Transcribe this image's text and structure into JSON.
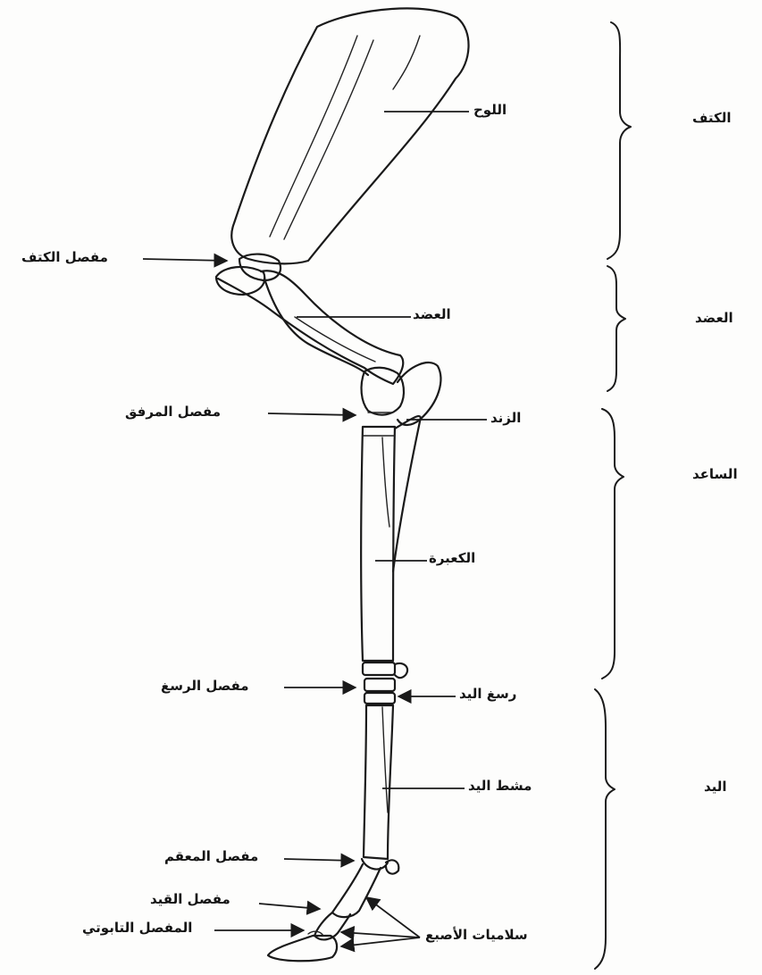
{
  "labels": {
    "scapula": "اللوح",
    "humerus": "العضد",
    "ulna": "الزند",
    "radius": "الكعبرة",
    "carpus": "رسغ اليد",
    "metacarpus": "مشط اليد",
    "phalanges": "سلاميات الأصبع",
    "shoulder_joint": "مفصل الكتف",
    "elbow_joint": "مفصل المرفق",
    "carpal_joint": "مفصل الرسغ",
    "fetlock_joint": "مفصل المعقم",
    "pastern_joint": "مفصل القيد",
    "coffin_joint": "المفصل التابوتي"
  },
  "regions": {
    "shoulder": "الكتف",
    "arm": "العضد",
    "forearm": "الساعد",
    "hand": "اليد"
  }
}
